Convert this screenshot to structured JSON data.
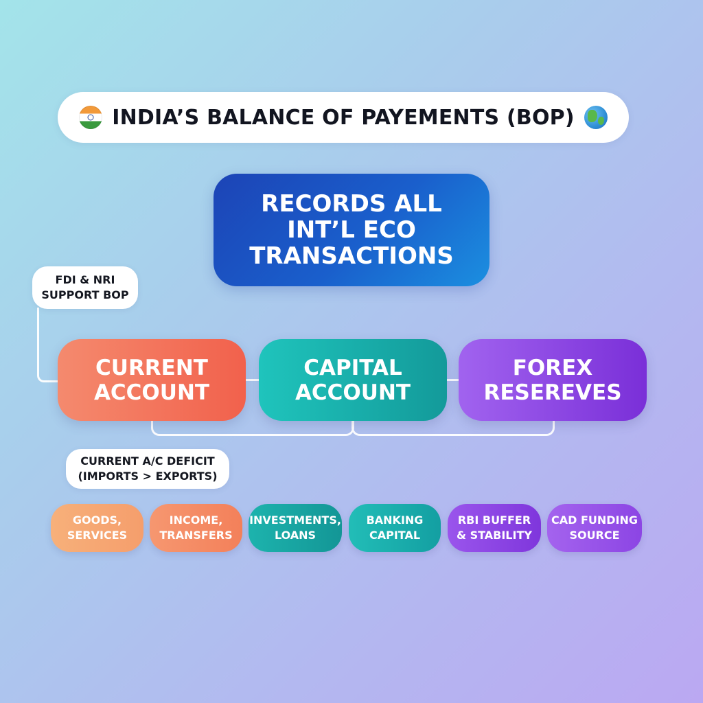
{
  "title": "INDIA’S BALANCE OF PAYEMENTS (BOP)",
  "icons": {
    "left": "india-flag-icon",
    "right": "globe-icon"
  },
  "main": {
    "text": "RECORDS ALL\nINT’L ECO\nTRANSACTIONS"
  },
  "notes": {
    "fdi": "FDI & NRI\nSUPPORT BOP",
    "cad": "CURRENT A/C DEFICIT\n(IMPORTS > EXPORTS)"
  },
  "accounts": [
    {
      "label": "CURRENT\nACCOUNT",
      "color": "#f26b54"
    },
    {
      "label": "CAPITAL\nACCOUNT",
      "color": "#18abab"
    },
    {
      "label": "FOREX\nRESEREVES",
      "color": "#8c45e4"
    }
  ],
  "chips": [
    {
      "label": "GOODS,\nSERVICES",
      "color": "#f6a873"
    },
    {
      "label": "INCOME,\nTRANSFERS",
      "color": "#f58c62"
    },
    {
      "label": "INVESTMENTS,\nLOANS",
      "color": "#1aa9a5"
    },
    {
      "label": "BANKING\nCAPITAL",
      "color": "#1bb0b0"
    },
    {
      "label": "RBI BUFFER\n& STABILITY",
      "color": "#8a44e2"
    },
    {
      "label": "CAD FUNDING\nSOURCE",
      "color": "#9652e8"
    }
  ]
}
